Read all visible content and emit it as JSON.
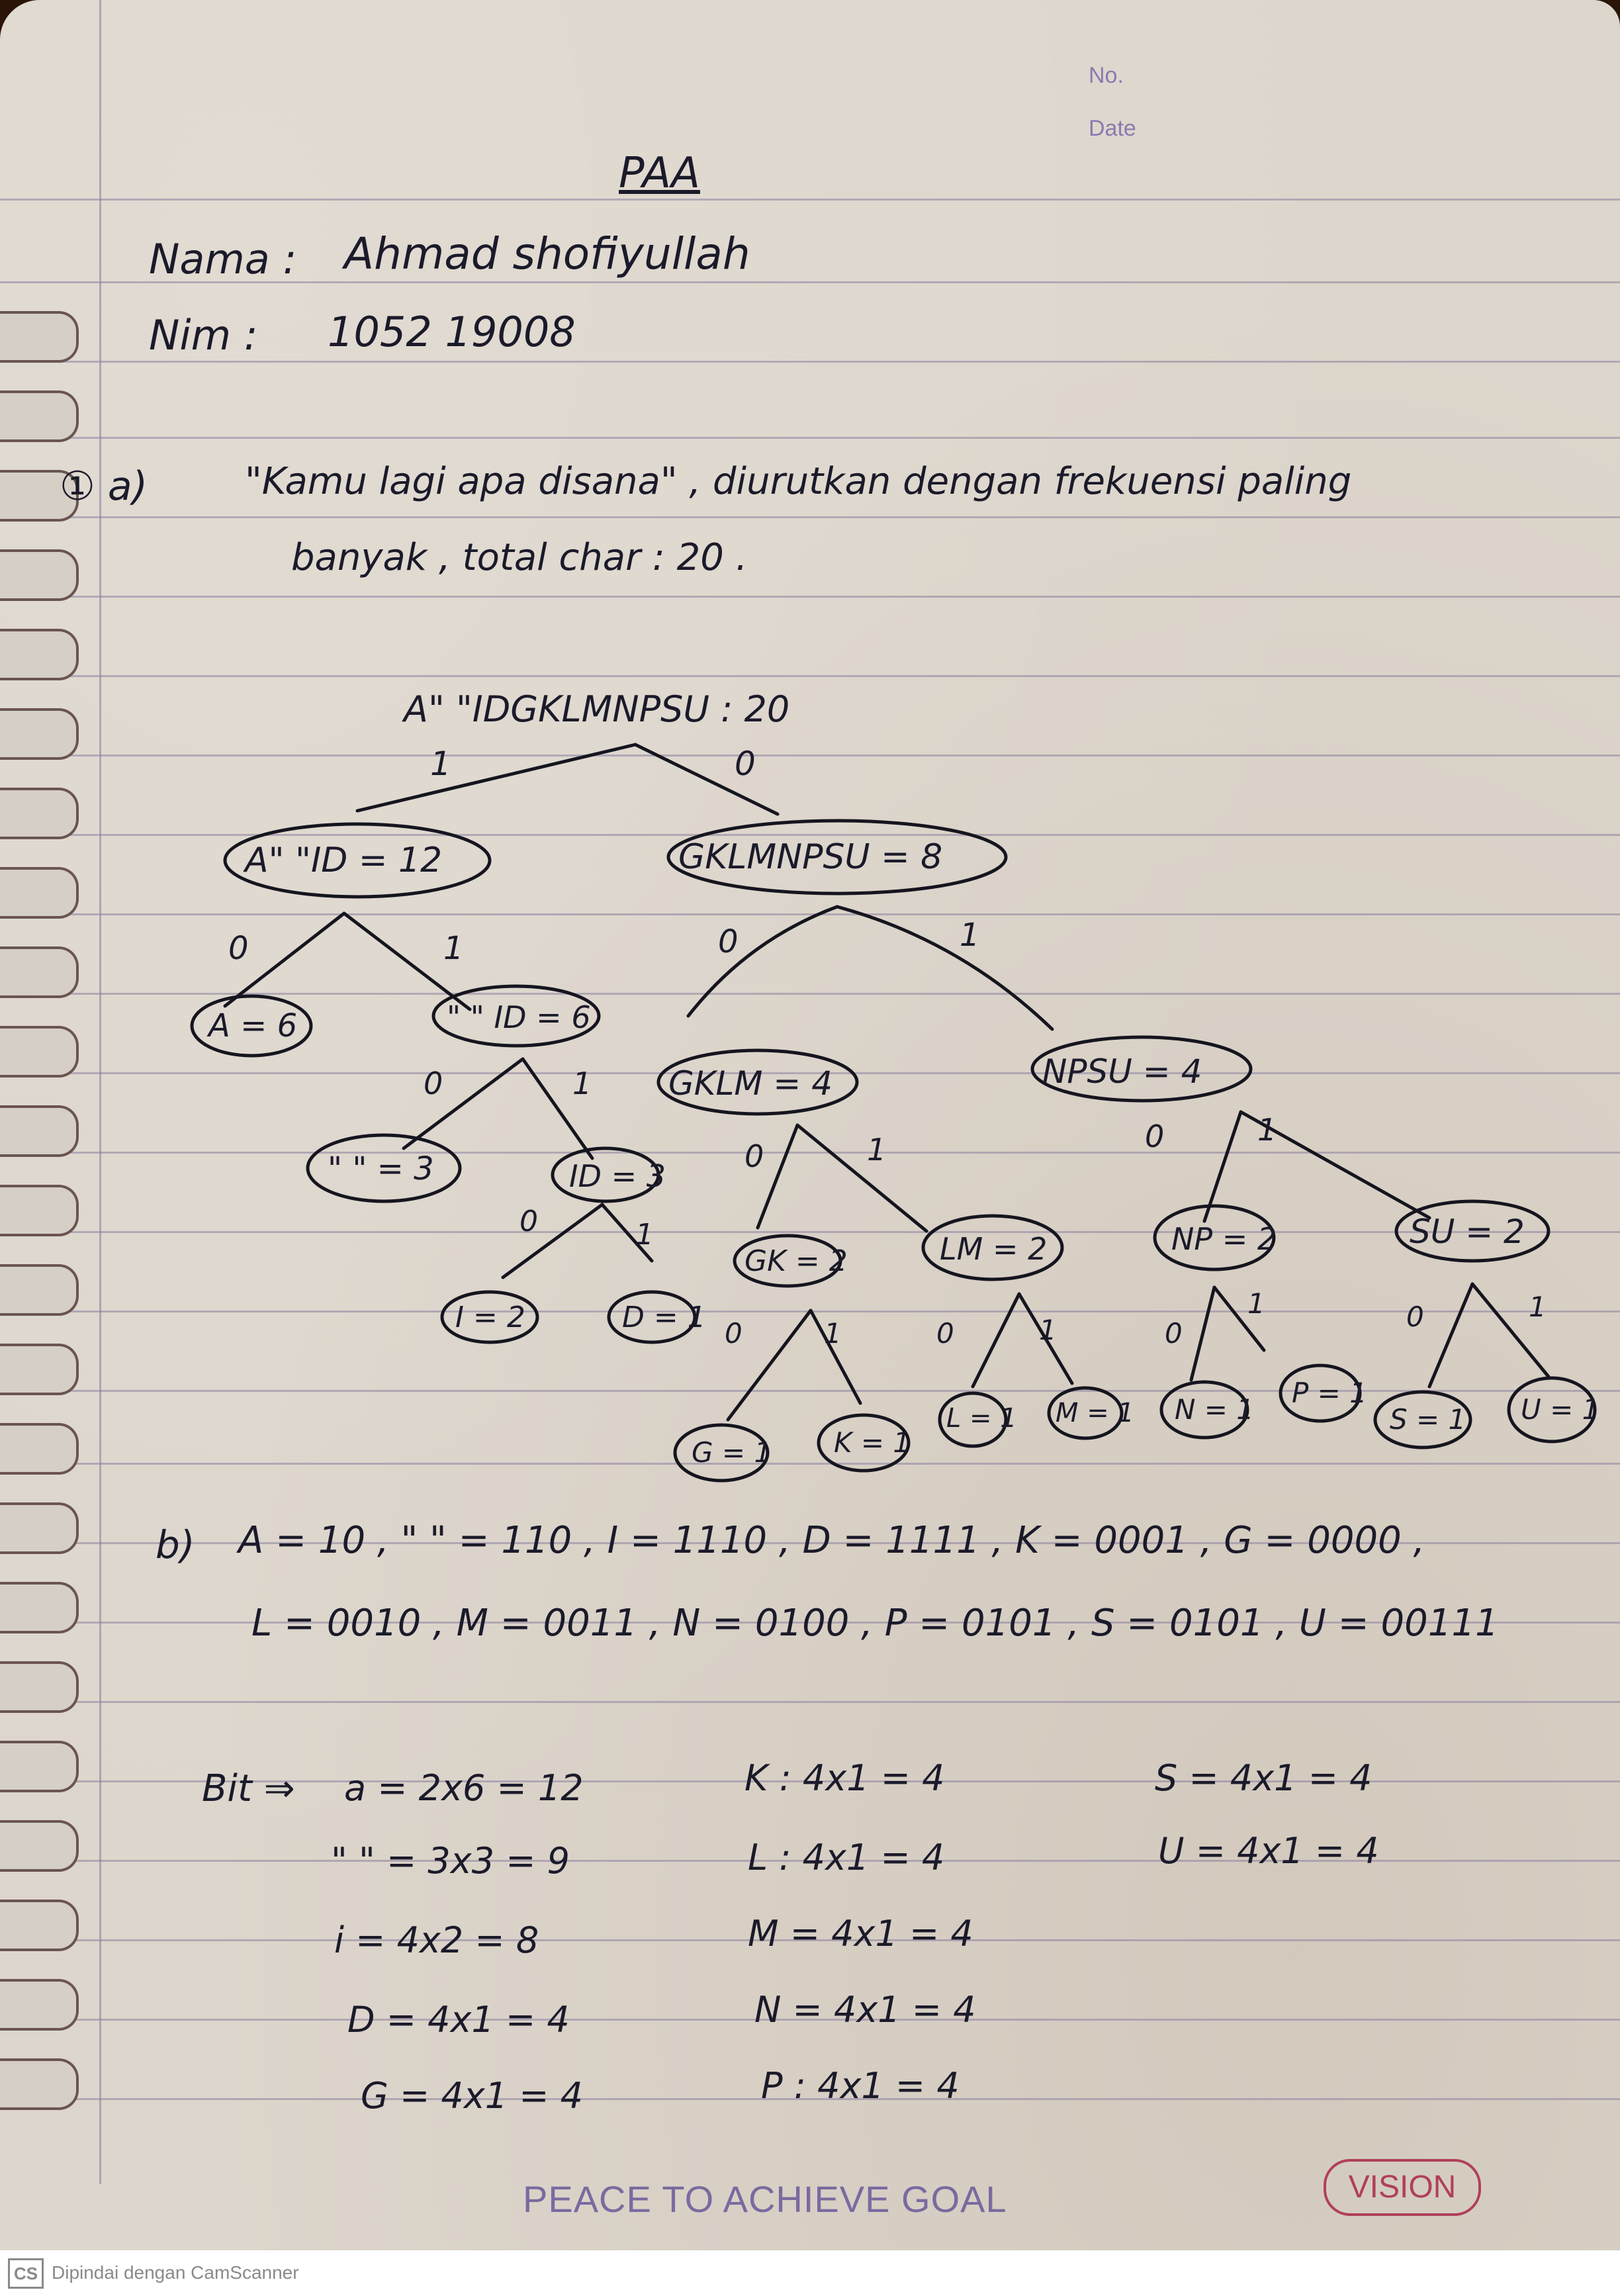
{
  "header": {
    "no_label": "No.",
    "date_label": "Date"
  },
  "title": "PAA",
  "identity": {
    "nama_label": "Nama :",
    "nama_value": "Ahmad shofiyullah",
    "nim_label": "Nim :",
    "nim_value": "1052 19008"
  },
  "question": {
    "number": "① a)",
    "line1": "\"Kamu lagi apa disana\" , diurutkan dengan frekuensi paling",
    "line2": "banyak , total char : 20 ."
  },
  "tree": {
    "root": "A\" \"IDGKLMNPSU : 20",
    "root_left_edge": "1",
    "root_right_edge": "0",
    "n_a_id": "A\" \"ID = 12",
    "n_gklmnpsu": "GKLMNPSU = 8",
    "n_a": "A = 6",
    "n_space_id": "\" \" ID = 6",
    "n_gklm": "GKLM = 4",
    "n_npsu": "NPSU = 4",
    "n_space": "\" \" = 3",
    "n_id": "ID = 3",
    "n_gk": "GK = 2",
    "n_lm": "LM = 2",
    "n_np": "NP = 2",
    "n_su": "SU = 2",
    "n_i": "I = 2",
    "n_d": "D = 1",
    "n_g": "G = 1",
    "n_k": "K = 1",
    "n_l": "L = 1",
    "n_m": "M = 1",
    "n_n": "N = 1",
    "n_p": "P = 1",
    "n_s": "S = 1",
    "n_u": "U = 1",
    "edge_0": "0",
    "edge_1": "1"
  },
  "codes": {
    "label": "b)",
    "line1": "A = 10 ,  \" \" = 110 ,  I = 1110 ,  D = 1111 ,  K = 0001 ,  G = 0000 ,",
    "line2": "L = 0010 ,  M = 0011 ,  N = 0100 ,  P = 0101 ,  S = 0101 ,  U = 00111"
  },
  "bits": {
    "label": "Bit ⇒",
    "col1": [
      "a = 2x6 = 12",
      "\" \" = 3x3 = 9",
      "i = 4x2 = 8",
      "D = 4x1 = 4",
      "G = 4x1 = 4"
    ],
    "col2": [
      "K : 4x1 = 4",
      "L : 4x1 = 4",
      "M = 4x1 = 4",
      "N = 4x1 = 4",
      "P : 4x1 = 4"
    ],
    "col3": [
      "S = 4x1 = 4",
      "U = 4x1 = 4"
    ]
  },
  "footer": {
    "slogan": "PEACE TO ACHIEVE GOAL",
    "brand": "VISION"
  },
  "scanner": {
    "badge": "CS",
    "text": "Dipindai dengan CamScanner"
  }
}
